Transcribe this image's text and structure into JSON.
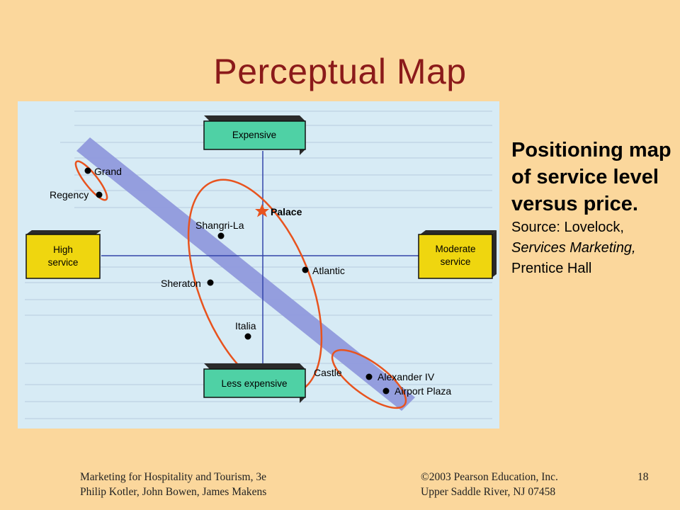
{
  "slide": {
    "title": "Perceptual Map",
    "slide_number": "18"
  },
  "map": {
    "axis_top": "Expensive",
    "axis_bottom": "Less expensive",
    "axis_left": [
      "High",
      "service"
    ],
    "axis_right": [
      "Moderate",
      "service"
    ],
    "hotels": {
      "grand": "Grand",
      "regency": "Regency",
      "palace": "Palace",
      "shangri_la": "Shangri-La",
      "atlantic": "Atlantic",
      "sheraton": "Sheraton",
      "italia": "Italia",
      "castle": "Castle",
      "alexander": "Alexander IV",
      "airport_plaza": "Airport Plaza"
    },
    "colors": {
      "box_green": "#4fd1a5",
      "box_yellow": "#efd60f",
      "band": "#8d96dc",
      "ellipse": "#e8531e",
      "star": "#e8531e",
      "axis": "#3344aa"
    }
  },
  "caption": {
    "bold": "Positioning map of service level versus price.",
    "source_prefix": " Source: Lovelock, ",
    "source_italic": "Services Marketing,",
    "source_suffix": " Prentice Hall"
  },
  "footer": {
    "left_line1": "Marketing for Hospitality and Tourism, 3e",
    "left_line2": "Philip Kotler, John Bowen, James Makens",
    "mid_line1": "©2003 Pearson Education, Inc.",
    "mid_line2": "Upper Saddle River, NJ 07458"
  }
}
